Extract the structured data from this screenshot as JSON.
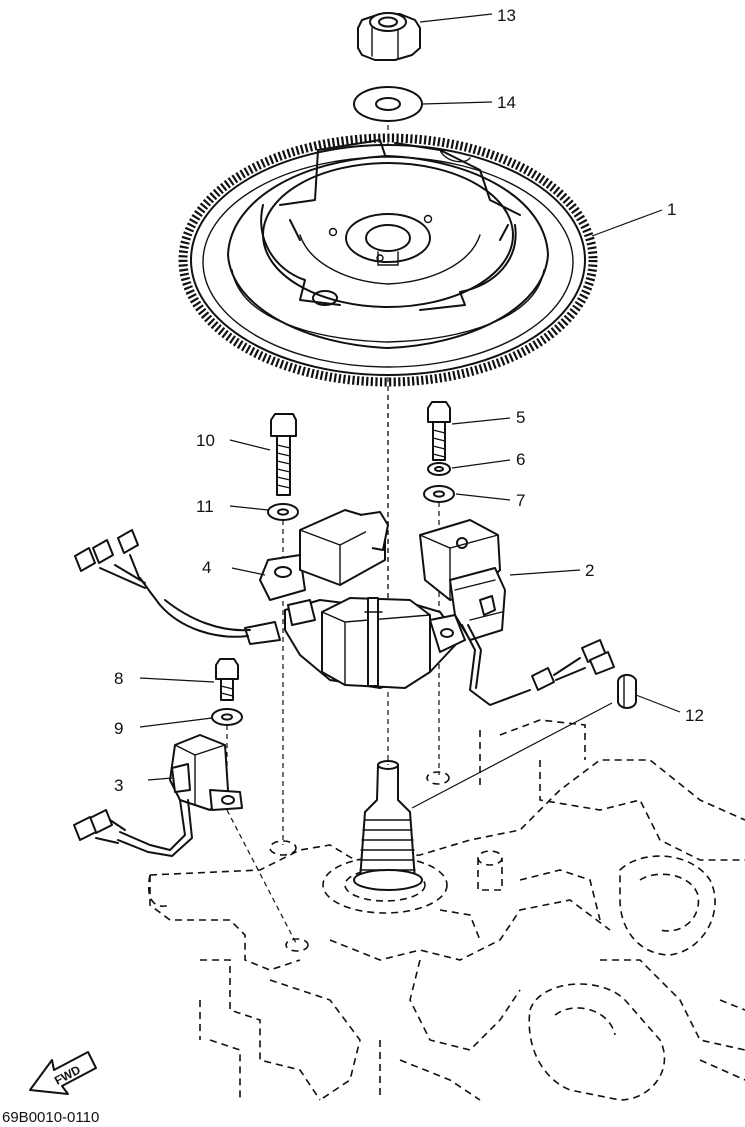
{
  "diagram": {
    "part_labels": {
      "p1": "1",
      "p2": "2",
      "p3": "3",
      "p4": "4",
      "p5": "5",
      "p6": "6",
      "p7": "7",
      "p8": "8",
      "p9": "9",
      "p10": "10",
      "p11": "11",
      "p12": "12",
      "p13": "13",
      "p14": "14"
    },
    "direction_label": "FWD",
    "drawing_code": "69B0010-0110"
  }
}
